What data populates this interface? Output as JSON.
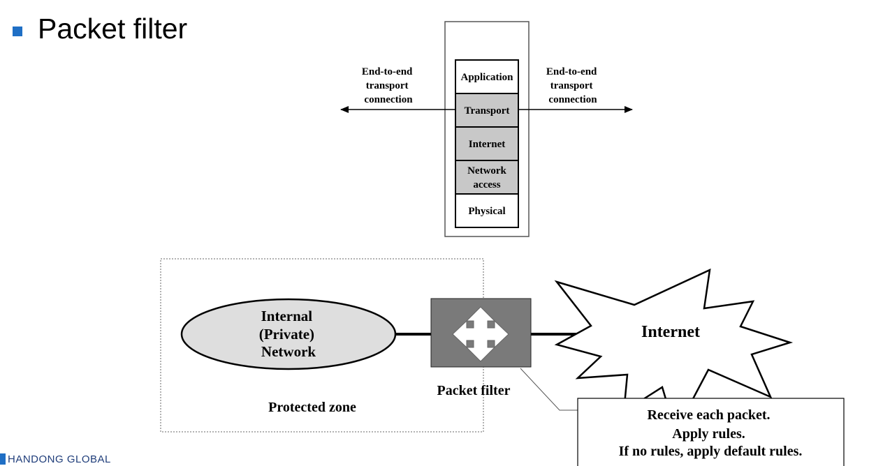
{
  "slide": {
    "title": "Packet filter",
    "logo_text": "HANDONG GLOBAL"
  },
  "stack": {
    "left_label": [
      "End-to-end",
      "transport",
      "connection"
    ],
    "right_label": [
      "End-to-end",
      "transport",
      "connection"
    ],
    "layers": [
      {
        "lines": [
          "Application"
        ],
        "shaded": false
      },
      {
        "lines": [
          "Transport"
        ],
        "shaded": true
      },
      {
        "lines": [
          "Internet"
        ],
        "shaded": true
      },
      {
        "lines": [
          "Network",
          "access"
        ],
        "shaded": true
      },
      {
        "lines": [
          "Physical"
        ],
        "shaded": false
      }
    ],
    "shade_color": "#c8c8c8"
  },
  "network": {
    "internal_lines": [
      "Internal",
      "(Private)",
      "Network"
    ],
    "protected_zone": "Protected zone",
    "filter_label": "Packet filter",
    "internet_label": "Internet",
    "rules_lines": [
      "Receive each packet.",
      "Apply rules.",
      "If no rules, apply default rules."
    ],
    "filter_color": "#7a7a7a",
    "internal_fill": "#dedede"
  }
}
